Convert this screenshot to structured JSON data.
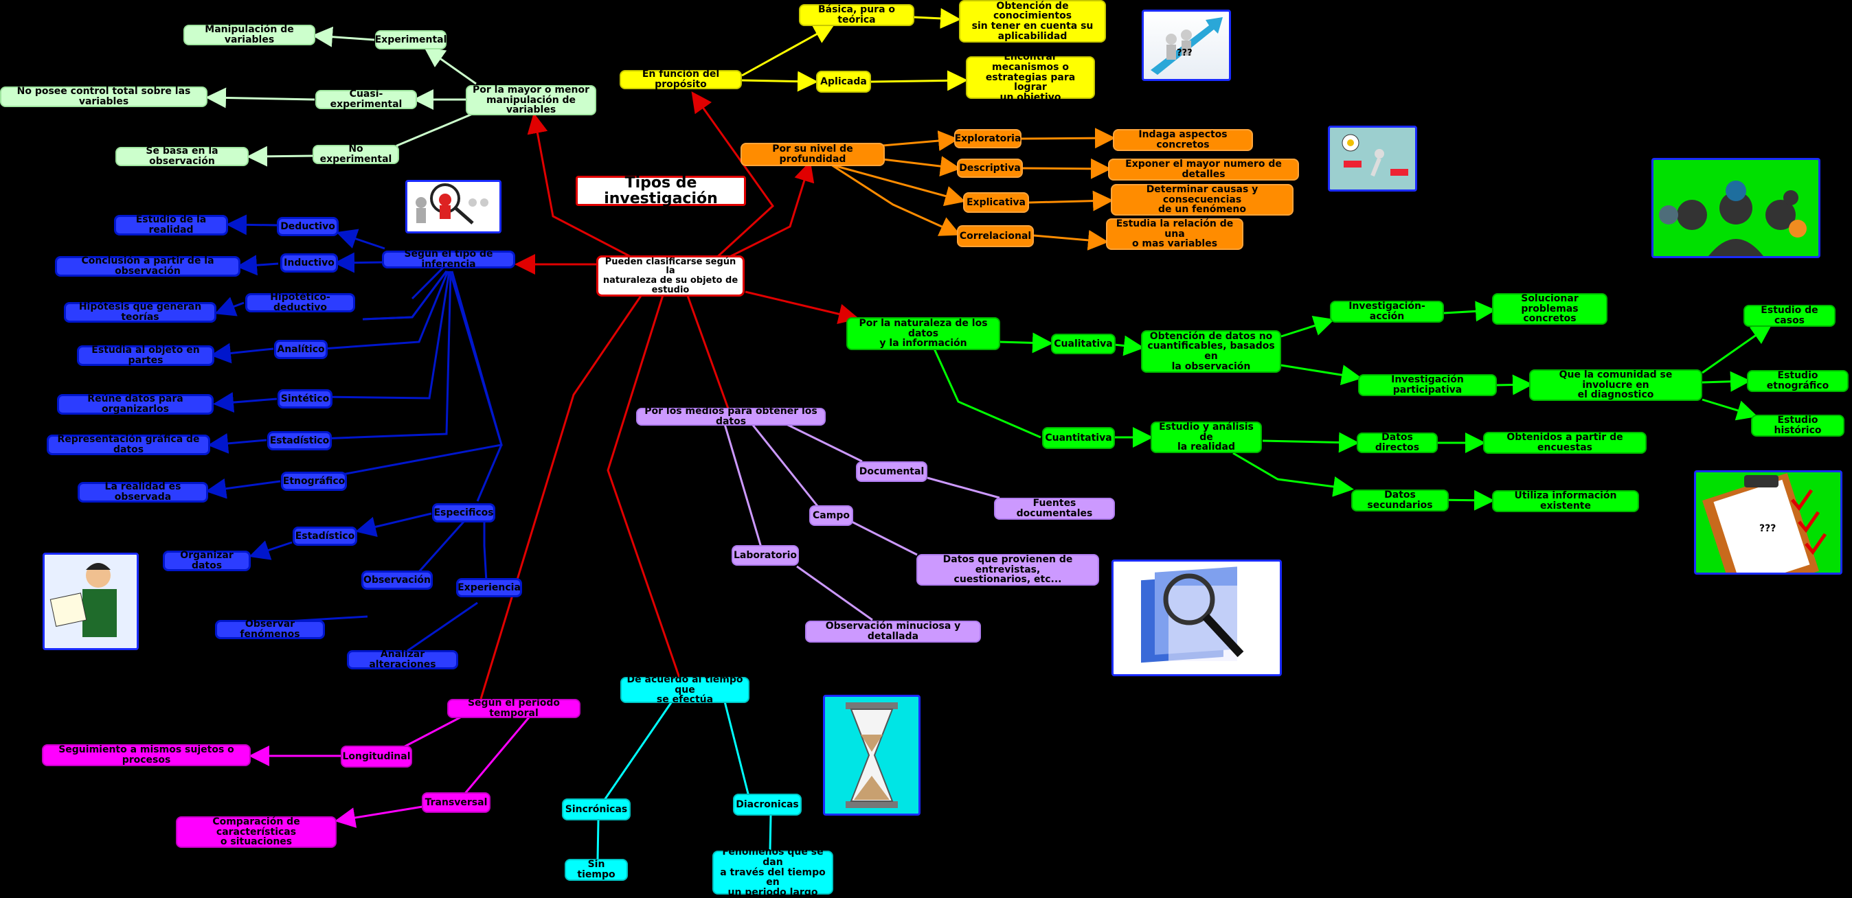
{
  "title": "Tipos de investigación",
  "center": "Pueden clasificarse según la\nnaturaleza de su objeto de\nestudio",
  "proposito": {
    "label": "En función del propósito",
    "basica": "Básica, pura o teórica",
    "basica_desc": "Obtención de conocimientos\nsin tener en cuenta su\naplicabilidad",
    "aplicada": "Aplicada",
    "aplicada_desc": "Encontrar mecanismos o\nestrategias para lograr\nun objetivo"
  },
  "profundidad": {
    "label": "Por su nivel de profundidad",
    "items": [
      {
        "label": "Exploratoria",
        "desc": "Indaga aspectos concretos"
      },
      {
        "label": "Descriptiva",
        "desc": "Exponer el mayor numero de detalles"
      },
      {
        "label": "Explicativa",
        "desc": "Determinar causas y consecuencias\nde un fenómeno"
      },
      {
        "label": "Correlacional",
        "desc": "Estudia la relación de una\no mas variables"
      }
    ]
  },
  "naturaleza": {
    "label": "Por la naturaleza de los datos\ny la información",
    "cualitativa": "Cualitativa",
    "cualitativa_desc": "Obtención de datos no\ncuantificables, basados en\nla observación",
    "inv_accion": "Investigación-acción",
    "inv_accion_desc": "Solucionar problemas\nconcretos",
    "inv_participativa": "Investigación participativa",
    "inv_participativa_desc": "Que la comunidad se involucre en\nel diagnostico",
    "estudios": [
      "Estudio de casos",
      "Estudio etnográfico",
      "Estudio histórico"
    ],
    "cuantitativa": "Cuantitativa",
    "cuantitativa_desc": "Estudio y análisis de\nla realidad",
    "datos_directos": "Datos directos",
    "datos_directos_desc": "Obtenidos a partir de encuestas",
    "datos_secundarios": "Datos secundarios",
    "datos_secundarios_desc": "Utiliza información existente"
  },
  "manipulacion": {
    "label": "Por la mayor o menor\nmanipulación de variables",
    "experimental": "Experimental",
    "experimental_desc": "Manipulación de variables",
    "cuasi": "Cuasi-experimental",
    "cuasi_desc": "No posee control total sobre las variables",
    "no_experimental": "No experimental",
    "no_experimental_desc": "Se basa en la observación"
  },
  "inferencia": {
    "label": "Según el tipo de inferencia",
    "items": [
      {
        "label": "Deductivo",
        "desc": "Estudio de la realidad"
      },
      {
        "label": "Inductivo",
        "desc": "Conclusión a partir de la observación"
      },
      {
        "label": "Hipotético-deductivo",
        "desc": "Hipótesis que generan teorías"
      },
      {
        "label": "Analítico",
        "desc": "Estudia al objeto en partes"
      },
      {
        "label": "Sintético",
        "desc": "Reúne datos para organizarlos"
      },
      {
        "label": "Estadístico",
        "desc": "Representación gráfica de datos"
      },
      {
        "label": "Etnográfico",
        "desc": "La realidad es observada"
      }
    ],
    "especificos": "Especificos",
    "esp_estadistico": "Estadístico",
    "esp_estadistico_desc": "Organizar datos",
    "observacion": "Observación",
    "observacion_desc": "Observar fenómenos",
    "experiencia": "Experiencia",
    "experiencia_desc": "Analizar alteraciones"
  },
  "medios": {
    "label": "Por los medios para obtener los datos",
    "documental": "Documental",
    "documental_desc": "Fuentes documentales",
    "campo": "Campo",
    "campo_desc": "Datos que provienen de entrevistas,\ncuestionarios, etc...",
    "laboratorio": "Laboratorio",
    "laboratorio_desc": "Observación minuciosa y detallada"
  },
  "tiempo": {
    "label": "De acuerdo al tiempo que\nse efectúa",
    "sincronicas": "Sincrónicas",
    "sincronicas_desc": "Sin tiempo",
    "diacronicas": "Diacronicas",
    "diacronicas_desc": "Fenómenos que se dan\na través del tiempo en\nun periodo largo"
  },
  "temporal": {
    "label": "Según el periodo temporal",
    "longitudinal": "Longitudinal",
    "longitudinal_desc": "Seguimiento a mismos sujetos o procesos",
    "transversal": "Transversal",
    "transversal_desc": "Comparación de características\no situaciones"
  },
  "colors": {
    "red": "#e00000",
    "yellow": "#ffff00",
    "orange": "#ff8c00",
    "green": "#00ff00",
    "mint": "#ccffcc",
    "blue": "#0016cc",
    "purple": "#cc99ff",
    "cyan": "#00ffff",
    "magenta": "#ff00ff"
  }
}
